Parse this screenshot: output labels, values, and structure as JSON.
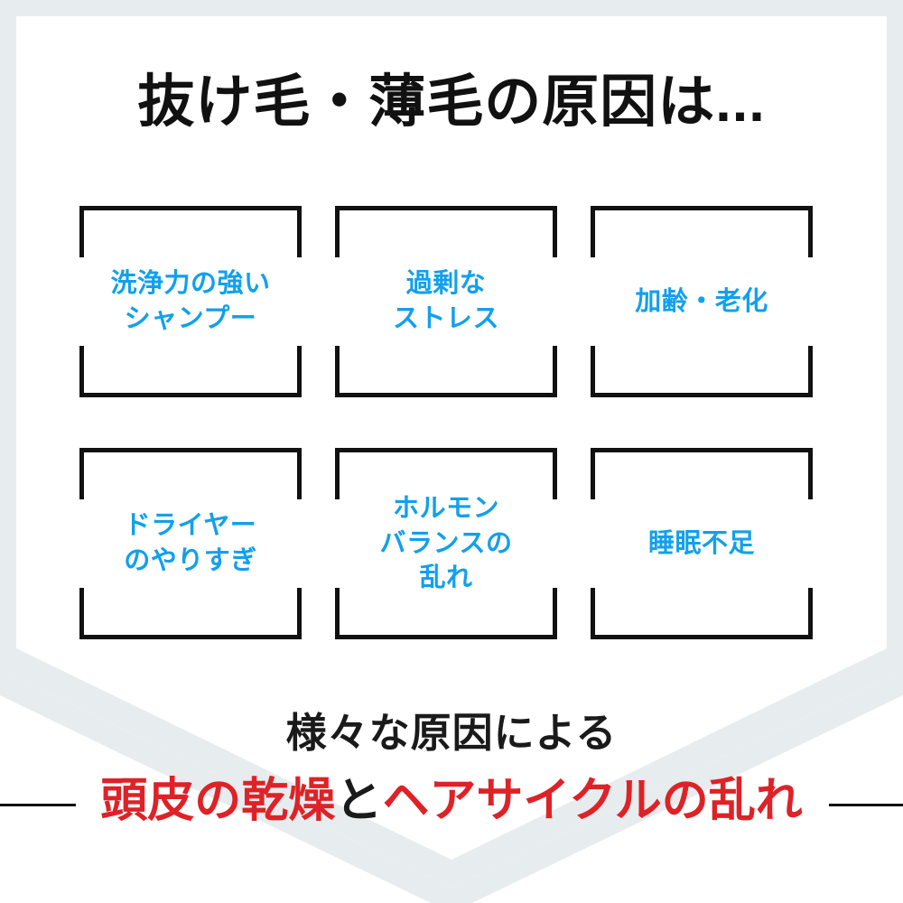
{
  "title": "抜け毛・薄毛の原因は...",
  "colors": {
    "accent_blue": "#12a0ec",
    "accent_red": "#de2227",
    "text_black": "#111111",
    "frame_gray": "#e7ecee"
  },
  "causes": [
    {
      "id": "harsh-shampoo",
      "label": "洗浄力の強い\nシャンプー"
    },
    {
      "id": "excess-stress",
      "label": "過剰な\nストレス"
    },
    {
      "id": "aging",
      "label": "加齢・老化"
    },
    {
      "id": "overuse-dryer",
      "label": "ドライヤー\nのやりすぎ"
    },
    {
      "id": "hormone-balance",
      "label": "ホルモン\nバランスの\n乱れ"
    },
    {
      "id": "lack-of-sleep",
      "label": "睡眠不足"
    }
  ],
  "conclusion": {
    "line1": "様々な原因による",
    "part_red_1": "頭皮の乾燥",
    "part_black": "と",
    "part_red_2": "ヘアサイクルの乱れ"
  }
}
